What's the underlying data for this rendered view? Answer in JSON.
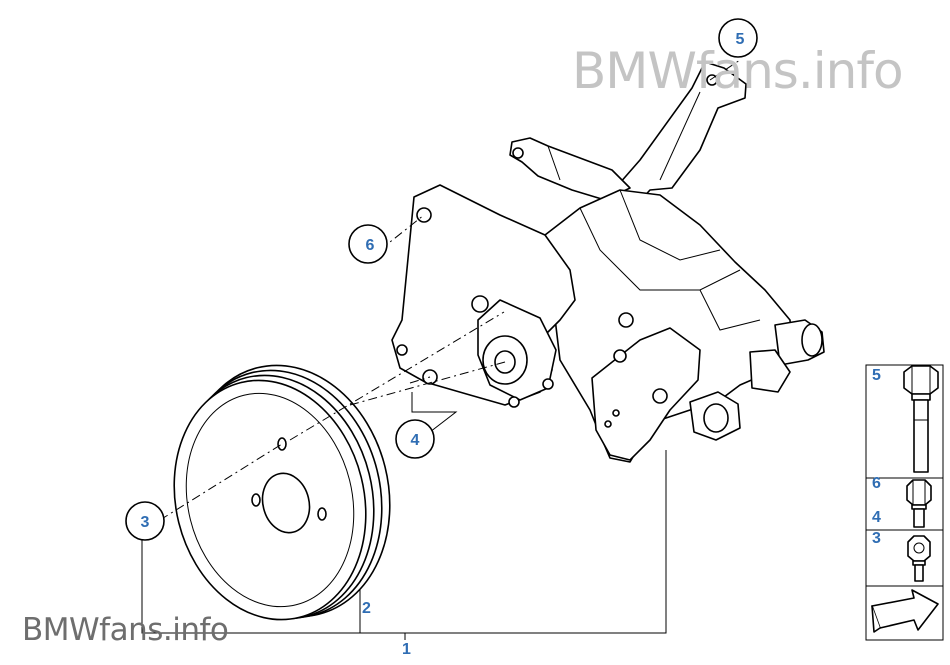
{
  "watermarks": {
    "top": {
      "brand": "BMWfans",
      "domain": ".info"
    },
    "bottom": {
      "brand": "BMWfans",
      "domain": ".info"
    }
  },
  "callouts": {
    "c3": "3",
    "c4": "4",
    "c5": "5",
    "c6": "6"
  },
  "labels": {
    "l1": "1",
    "l2": "2"
  },
  "side_panel": {
    "items": [
      {
        "number": "5"
      },
      {
        "number": "6"
      },
      {
        "number": "4"
      },
      {
        "number": "3"
      }
    ]
  },
  "colors": {
    "number_blue": "#2f6db3",
    "watermark_grey": "#c4c4c4",
    "line": "#000000"
  }
}
